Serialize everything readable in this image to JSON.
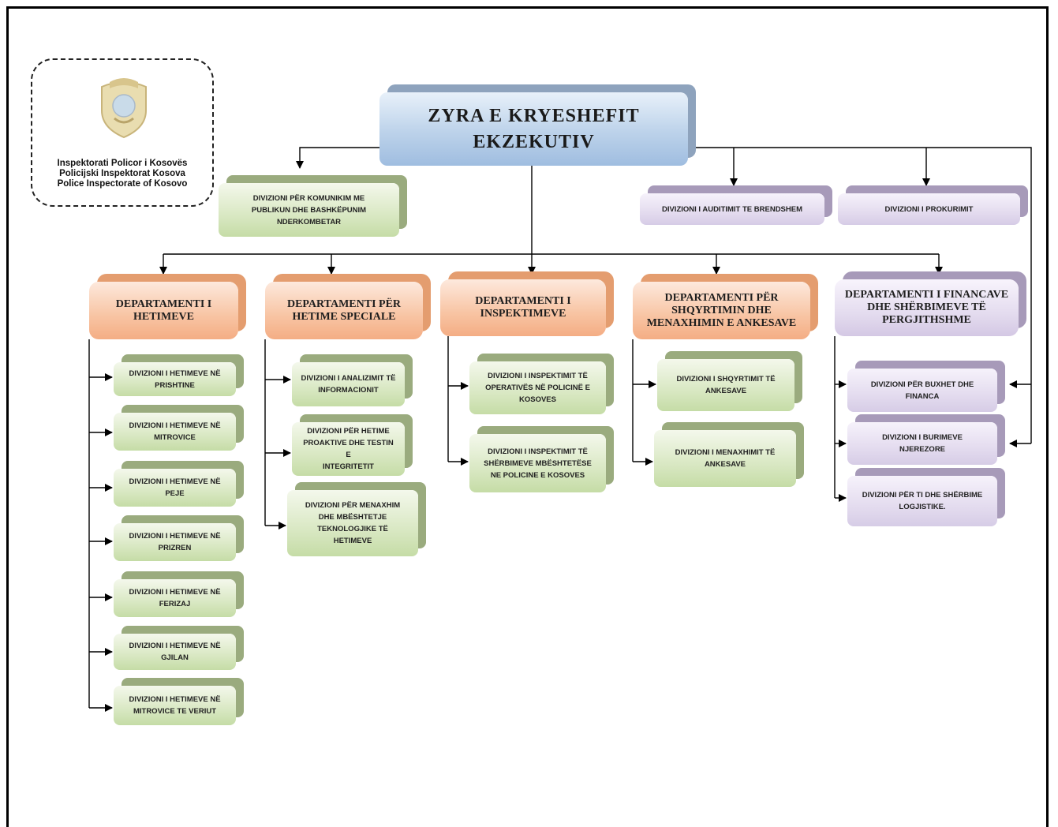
{
  "logo": {
    "lines": [
      "Inspektorati Policor i Kosovës",
      "Policijski Inspektorat Kosova",
      "Police Inspectorate of Kosovo"
    ]
  },
  "executive": {
    "line1": "ZYRA E KRYESHEFIT",
    "line2": "EKZEKUTIV"
  },
  "top_divisions": {
    "communication": [
      "DIVIZIONI PËR KOMUNIKIM ME",
      "PUBLIKUN DHE BASHKËPUNIM",
      "NDERKOMBETAR"
    ],
    "audit": "DIVIZIONI I AUDITIMIT TE BRENDSHEM",
    "procurement": "DIVIZIONI I PROKURIMIT"
  },
  "departments": [
    {
      "title": [
        "DEPARTAMENTI I",
        "HETIMEVE"
      ],
      "divisions": [
        [
          "DIVIZIONI I HETIMEVE NË",
          "PRISHTINE"
        ],
        [
          "DIVIZIONI I HETIMEVE NË",
          "MITROVICE"
        ],
        [
          "DIVIZIONI I HETIMEVE NË",
          "PEJE"
        ],
        [
          "DIVIZIONI I HETIMEVE NË",
          "PRIZREN"
        ],
        [
          "DIVIZIONI I HETIMEVE NË",
          "FERIZAJ"
        ],
        [
          "DIVIZIONI I HETIMEVE NË",
          "GJILAN"
        ],
        [
          "DIVIZIONI I HETIMEVE NË",
          "MITROVICE TE VERIUT"
        ]
      ]
    },
    {
      "title": [
        "DEPARTAMENTI PËR",
        "HETIME SPECIALE"
      ],
      "divisions": [
        [
          "DIVIZIONI I ANALIZIMIT TË",
          "INFORMACIONIT"
        ],
        [
          "DIVIZIONI PËR HETIME",
          "PROAKTIVE DHE TESTIN E",
          "INTEGRITETIT"
        ],
        [
          "DIVIZIONI PËR MENAXHIM",
          "DHE MBËSHTETJE",
          "TEKNOLOGJIKE TË",
          "HETIMEVE"
        ]
      ]
    },
    {
      "title": [
        "DEPARTAMENTI I",
        "INSPEKTIMEVE"
      ],
      "divisions": [
        [
          "DIVIZIONI I INSPEKTIMIT TË",
          "OPERATIVËS NË POLICINË E",
          "KOSOVES"
        ],
        [
          "DIVIZIONI I INSPEKTIMIT TË",
          "SHËRBIMEVE MBËSHTETËSE",
          "NE POLICINE E KOSOVES"
        ]
      ]
    },
    {
      "title": [
        "DEPARTAMENTI PËR",
        "SHQYRTIMIN DHE",
        "MENAXHIMIN E ANKESAVE"
      ],
      "divisions": [
        [
          "DIVIZIONI I SHQYRTIMIT TË",
          "ANKESAVE"
        ],
        [
          "DIVIZIONI I MENAXHIMIT TË",
          "ANKESAVE"
        ]
      ]
    },
    {
      "title": [
        "DEPARTAMENTI I FINANCAVE",
        "DHE SHËRBIMEVE TË",
        "PERGJITHSHME"
      ],
      "divisions": [
        [
          "DIVIZIONI PËR BUXHET DHE",
          "FINANCA"
        ],
        [
          "DIVIZIONI I BURIMEVE",
          "NJEREZORE"
        ],
        [
          "DIVIZIONI PËR TI DHE SHËRBIME",
          "LOGJISTIKE."
        ]
      ]
    }
  ],
  "colors": {
    "executive": "#bcd2ea",
    "green": "#d9e8c3",
    "orange": "#f8c4a3",
    "purple": "#e4dcef",
    "line": "#000000"
  }
}
